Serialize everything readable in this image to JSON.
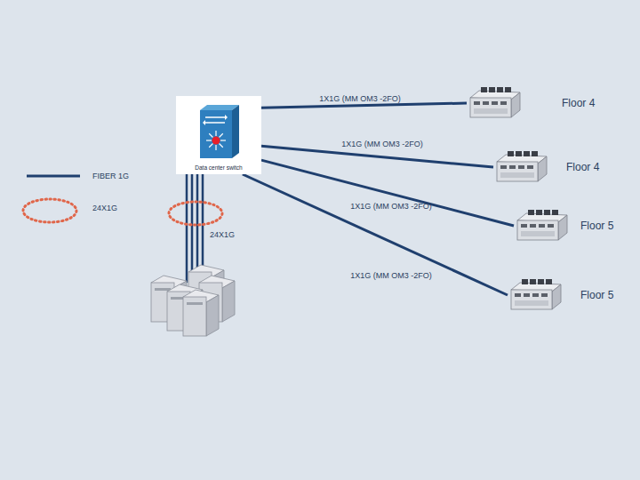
{
  "diagram": {
    "nodes": [
      {
        "text": [
          "Data center switch"
        ]
      },
      {
        "text": [
          "Floor 4"
        ]
      },
      {
        "text": [
          "Floor 4"
        ]
      },
      {
        "text": [
          "Floor 5"
        ]
      },
      {
        "text": [
          "Floor 5"
        ]
      }
    ],
    "edges": [
      {
        "from": 0,
        "to": 1,
        "label": "1X1G (MM OM3 -2FO)",
        "arrow": "none"
      },
      {
        "from": 0,
        "to": 2,
        "label": "1X1G (MM OM3 -2FO)",
        "arrow": "none"
      },
      {
        "from": 0,
        "to": 3,
        "label": "1X1G (MM OM3 -2FO)",
        "arrow": "none"
      },
      {
        "from": 0,
        "to": 4,
        "label": "1X1G (MM OM3 -2FO)",
        "arrow": "none"
      }
    ],
    "labels": [
      "24X1G"
    ],
    "legend": [
      {
        "text": "FIBER 1G"
      },
      {
        "text": "24X1G"
      }
    ]
  }
}
